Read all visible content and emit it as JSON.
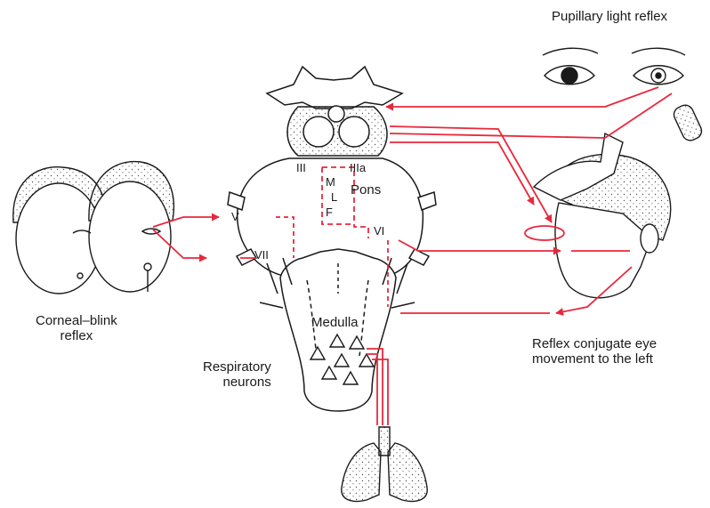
{
  "labels": {
    "pupillary_light_reflex": "Pupillary light reflex",
    "corneal_blink_line1": "Corneal–blink",
    "corneal_blink_line2": "reflex",
    "conjugate_line1": "Reflex conjugate eye",
    "conjugate_line2": "movement to the left",
    "respiratory_line1": "Respiratory",
    "respiratory_line2": "neurons",
    "medulla": "Medulla",
    "pons": "Pons",
    "nerve_iii": "III",
    "nerve_iiia": "IIIa",
    "nerve_v": "V",
    "nerve_vi": "VI",
    "nerve_vii": "VII",
    "mlf_m": "M",
    "mlf_l": "L",
    "mlf_f": "F"
  },
  "colors": {
    "pathway": "#e8283c",
    "ink": "#1a1a1a"
  }
}
